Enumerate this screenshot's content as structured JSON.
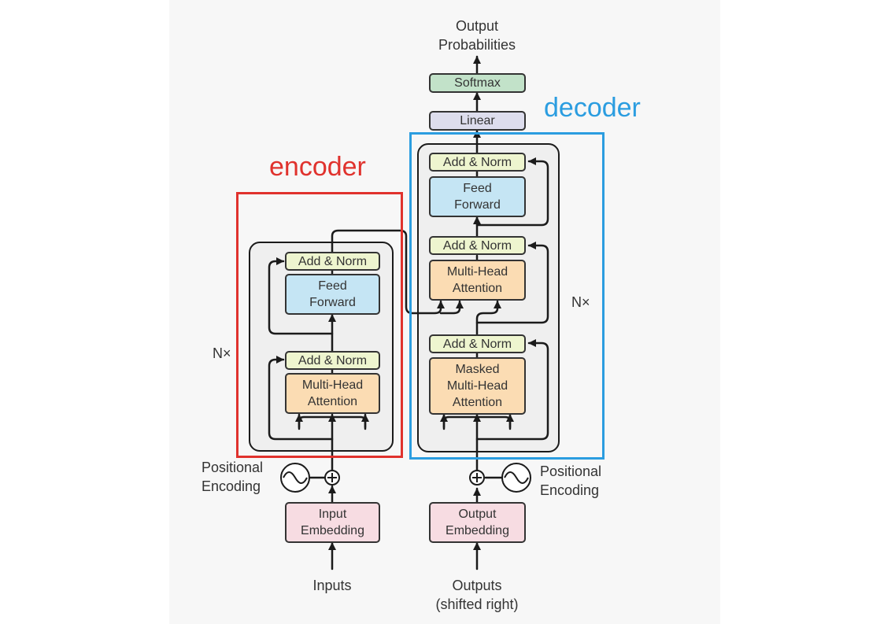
{
  "annotations": {
    "encoder_label": "encoder",
    "decoder_label": "decoder",
    "encoder_color": "#e0322d",
    "decoder_color": "#2b9de0"
  },
  "outputs_top": {
    "output_probabilities": "Output\nProbabilities",
    "softmax": "Softmax",
    "linear": "Linear"
  },
  "encoder": {
    "add_norm_top": "Add & Norm",
    "feed_forward": "Feed\nForward",
    "add_norm_bottom": "Add & Norm",
    "multi_head_attention": "Multi-Head\nAttention",
    "nx": "N×",
    "positional_encoding": "Positional\nEncoding",
    "input_embedding": "Input\nEmbedding",
    "inputs": "Inputs"
  },
  "decoder": {
    "add_norm_top": "Add & Norm",
    "feed_forward": "Feed\nForward",
    "add_norm_middle": "Add & Norm",
    "multi_head_attention": "Multi-Head\nAttention",
    "add_norm_bottom": "Add & Norm",
    "masked_multi_head_attention": "Masked\nMulti-Head\nAttention",
    "nx": "N×",
    "positional_encoding": "Positional\nEncoding",
    "output_embedding": "Output\nEmbedding",
    "outputs": "Outputs\n(shifted right)"
  },
  "colors": {
    "add_norm": "#eef5cf",
    "feed_forward": "#c5e5f4",
    "attention": "#fbdcb3",
    "embedding": "#f7dce2",
    "linear": "#dddded",
    "softmax": "#c2e2c9"
  }
}
